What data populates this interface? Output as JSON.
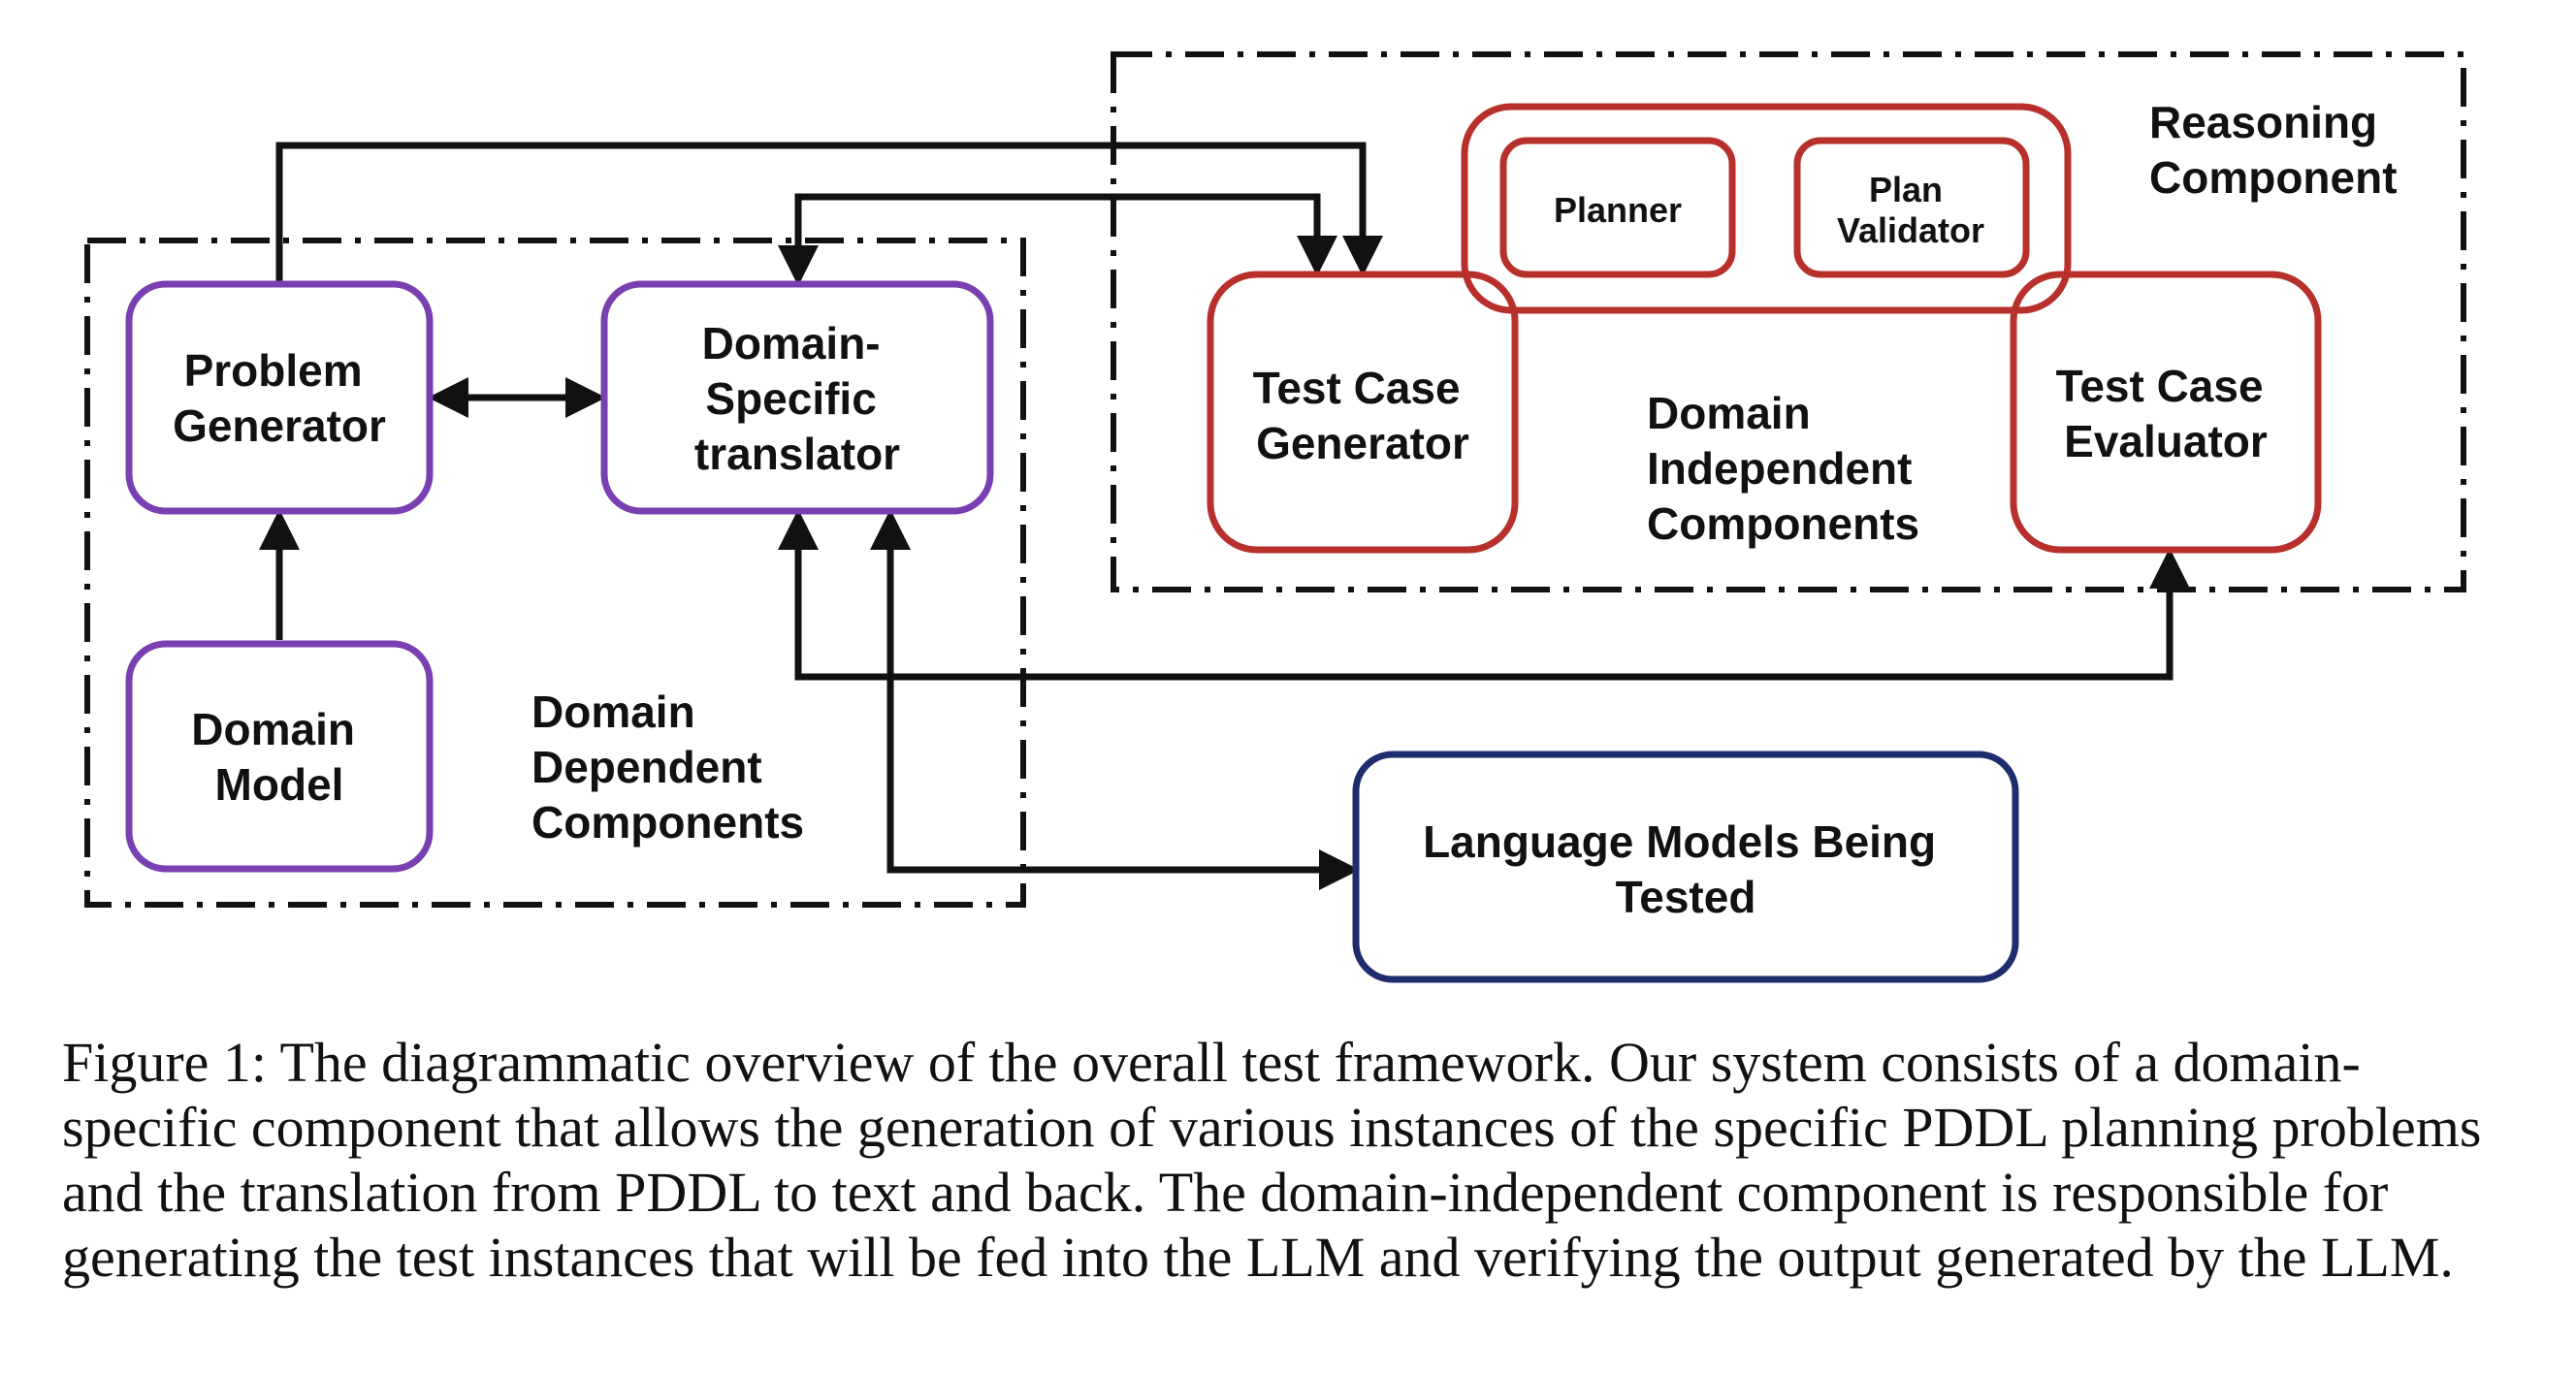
{
  "colors": {
    "purple": "#7a3fb0",
    "red": "#b8302b",
    "navy": "#1f2d6e",
    "ink": "#111111"
  },
  "groups": {
    "domain_dependent": [
      "Domain",
      "Dependent",
      "Components"
    ],
    "reasoning": [
      "Reasoning",
      "Component"
    ],
    "domain_independent": [
      "Domain",
      "Independent",
      "Components"
    ]
  },
  "nodes": {
    "problem_generator": [
      "Problem",
      "Generator"
    ],
    "domain_translator": [
      "Domain-",
      "Specific",
      "translator"
    ],
    "domain_model": [
      "Domain",
      "Model"
    ],
    "test_case_generator": [
      "Test Case",
      "Generator"
    ],
    "test_case_evaluator": [
      "Test Case",
      "Evaluator"
    ],
    "planner": [
      "Planner"
    ],
    "plan_validator": [
      "Plan",
      "Validator"
    ],
    "language_models": [
      "Language Models Being",
      "Tested"
    ]
  },
  "caption": {
    "text": "Figure 1: The diagrammatic overview of the overall test framework. Our system consists of a domain-specific component that allows the generation of various instances of the specific PDDL planning problems and the translation from PDDL to text and back. The domain-independent component is responsible for generating the test instances that will be fed into the LLM and verifying the output generated by the LLM."
  }
}
